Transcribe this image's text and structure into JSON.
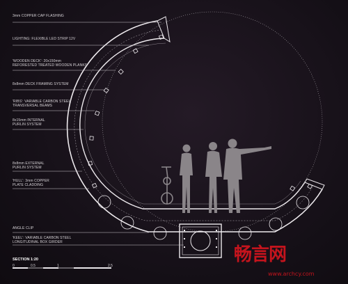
{
  "labels": [
    {
      "id": "copper-cap",
      "lines": [
        "3mm COPPER CAP FLASHING"
      ]
    },
    {
      "id": "lighting",
      "lines": [
        "LIGHTING: FLEXIBLE LED STRIP 12V"
      ]
    },
    {
      "id": "wooden-deck",
      "lines": [
        "'WOODEN DECK': 20x150mm",
        "REFORESTED TREATED WOODEN PLANKS"
      ]
    },
    {
      "id": "deck-framing",
      "lines": [
        "8x8mm DECK FRAMING SYSTEM"
      ]
    },
    {
      "id": "ribs",
      "lines": [
        "'RIBS': VARIABLE CARBON STEEL",
        "TRANSVERSAL BEAMS"
      ]
    },
    {
      "id": "internal-purlin",
      "lines": [
        "8x15mm INTERNAL",
        "PURLIN SYSTEM"
      ]
    },
    {
      "id": "external-purlin",
      "lines": [
        "8x8mm EXTERNAL",
        "PURLIN SYSTEM"
      ]
    },
    {
      "id": "hull",
      "lines": [
        "'HULL': 3mm COPPER",
        "PLATE CLADDING"
      ]
    },
    {
      "id": "angle-clip",
      "lines": [
        "ANGLE CLIP"
      ]
    },
    {
      "id": "keel",
      "lines": [
        "'KEEL': VARIABLE CARBON STEEL",
        "LONGITUDINAL BOX GIRDER"
      ]
    }
  ],
  "section_title": "SECTION 1:20",
  "scale_marks": [
    "0",
    "0.5",
    "1",
    "2.5"
  ],
  "watermark": {
    "chinese": "畅言网",
    "url": "www.archcy.com"
  },
  "colors": {
    "line": "#e9e6ea",
    "background": "#17121a",
    "watermark": "#c4141d"
  }
}
